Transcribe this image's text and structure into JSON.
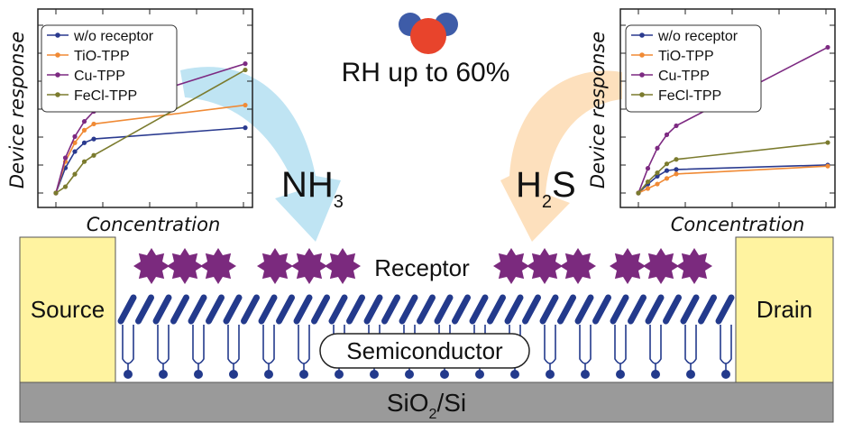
{
  "title": {
    "humidity_label": "RH up to 60%"
  },
  "gases": {
    "left_main": "NH",
    "left_sub": "3",
    "right_main": "H",
    "right_sub": "2",
    "right_tail": "S"
  },
  "device": {
    "source_label": "Source",
    "drain_label": "Drain",
    "receptor_label": "Receptor",
    "semiconductor_label": "Semiconductor",
    "substrate_main": "SiO",
    "substrate_sub": "2",
    "substrate_tail": "/Si"
  },
  "colors": {
    "source_drain_fill": "#fff3a0",
    "substrate_fill": "#9a9a9a",
    "receptor_fill": "#7b2a7e",
    "molecule_fill": "#233a8c",
    "water_oxygen": "#e8442c",
    "water_hydrogen": "#3e5ca8",
    "arrow_nh3": "#bfe4f3",
    "arrow_h2s": "#fde0bd"
  },
  "chart_data": [
    {
      "type": "line",
      "panel": "left",
      "title": "",
      "xlabel": "Concentration",
      "ylabel": "Device response",
      "legend_position": "top-left",
      "series": [
        {
          "name": "w/o receptor",
          "color": "#2a3a8f",
          "x": [
            0,
            0.5,
            1,
            1.5,
            2,
            10
          ],
          "y": [
            0.0,
            0.2,
            0.33,
            0.4,
            0.43,
            0.52
          ]
        },
        {
          "name": "TiO-TPP",
          "color": "#f08a35",
          "x": [
            0,
            0.5,
            1,
            1.5,
            2,
            10
          ],
          "y": [
            0.0,
            0.25,
            0.4,
            0.5,
            0.55,
            0.7
          ]
        },
        {
          "name": "Cu-TPP",
          "color": "#7d2a82",
          "x": [
            0,
            0.5,
            1,
            1.5,
            2,
            10
          ],
          "y": [
            0.0,
            0.28,
            0.45,
            0.57,
            0.65,
            1.03
          ]
        },
        {
          "name": "FeCl-TPP",
          "color": "#7b7b2e",
          "x": [
            0,
            0.5,
            1,
            1.5,
            2,
            10
          ],
          "y": [
            0.0,
            0.05,
            0.15,
            0.25,
            0.3,
            0.98
          ]
        }
      ]
    },
    {
      "type": "line",
      "panel": "right",
      "title": "",
      "xlabel": "Concentration",
      "ylabel": "Device response",
      "legend_position": "top-left",
      "series": [
        {
          "name": "w/o receptor",
          "color": "#2a3a8f",
          "x": [
            0,
            0.5,
            1,
            1.5,
            2,
            10
          ],
          "y": [
            0.0,
            0.08,
            0.15,
            0.2,
            0.21,
            0.25
          ]
        },
        {
          "name": "TiO-TPP",
          "color": "#f08a35",
          "x": [
            0,
            0.5,
            1,
            1.5,
            2,
            10
          ],
          "y": [
            0.0,
            0.04,
            0.08,
            0.13,
            0.17,
            0.24
          ]
        },
        {
          "name": "Cu-TPP",
          "color": "#7d2a82",
          "x": [
            0,
            0.5,
            1,
            1.5,
            2,
            10
          ],
          "y": [
            0.0,
            0.22,
            0.4,
            0.52,
            0.6,
            1.3
          ]
        },
        {
          "name": "FeCl-TPP",
          "color": "#7b7b2e",
          "x": [
            0,
            0.5,
            1,
            1.5,
            2,
            10
          ],
          "y": [
            0.0,
            0.1,
            0.18,
            0.26,
            0.3,
            0.45
          ]
        }
      ]
    }
  ]
}
